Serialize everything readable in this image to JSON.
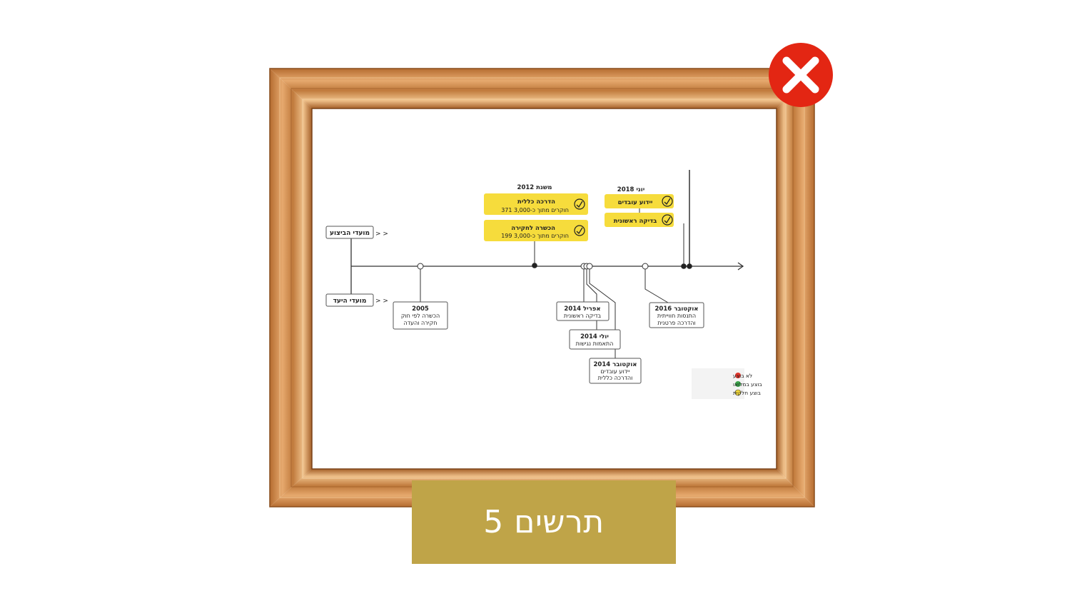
{
  "caption": "תרשים 5",
  "colors": {
    "frame_dark": "#9a5a26",
    "frame_mid": "#c9884a",
    "frame_light": "#e9b17a",
    "callout_yellow": "#f6dc3c",
    "close_red": "#e32613",
    "caption_bg": "#bfa448",
    "line": "#333333"
  },
  "icons": {
    "close": "close-icon",
    "partial": "check-pencil-icon"
  },
  "timeline": {
    "nodes": {
      "execution_dates": "מועדי הביצוע",
      "target_dates": "מועדי היעד"
    },
    "arrow_marks": ">  >",
    "top_groups": [
      {
        "heading": "משנת 2012",
        "items": [
          {
            "title": "הדרכה כללית",
            "subtitle": "371 חוקרים מתוך כ-3,000"
          },
          {
            "title": "הכשרה לחקירה",
            "subtitle": "199 חוקרים מתוך כ-3,000"
          }
        ]
      },
      {
        "heading": "יוני 2018",
        "items": [
          {
            "title": "יידוע עובדים"
          },
          {
            "title": "בדיקה ראשונית"
          }
        ]
      }
    ],
    "bottom_boxes": [
      {
        "title": "2005",
        "lines": [
          "הכשרה לפי חוק",
          "חקירה והעדה"
        ]
      },
      {
        "title": "אפריל 2014",
        "lines": [
          "בדיקה ראשונית"
        ]
      },
      {
        "title": "יולי 2014",
        "lines": [
          "התאמות נגישות"
        ]
      },
      {
        "title": "אוקטובר 2014",
        "lines": [
          "יידוע עובדים",
          "והדרכה כללית"
        ]
      },
      {
        "title": "אוקטובר 2016",
        "lines": [
          "התנסות חווייתית",
          "והדרכה פרטנית"
        ]
      }
    ]
  },
  "legend": [
    {
      "label": "לא בוצע",
      "color": "#e0332a"
    },
    {
      "label": "בוצע במלואו",
      "color": "#3aa44a"
    },
    {
      "label": "בוצע חלקית",
      "color": "#f6dc3c"
    }
  ]
}
